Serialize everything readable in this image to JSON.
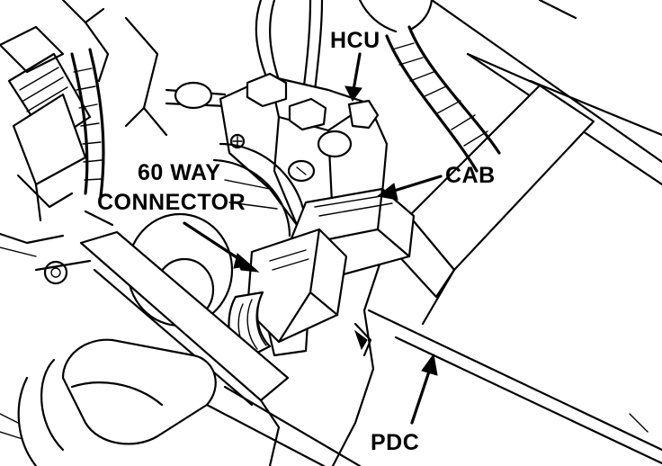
{
  "diagram": {
    "labels": {
      "hcu": "HCU",
      "cab": "CAB",
      "connector_line1": "60 WAY",
      "connector_line2": "CONNECTOR",
      "pdc": "PDC"
    },
    "colors": {
      "ink": "#000000",
      "paper": "#ffffff"
    }
  }
}
